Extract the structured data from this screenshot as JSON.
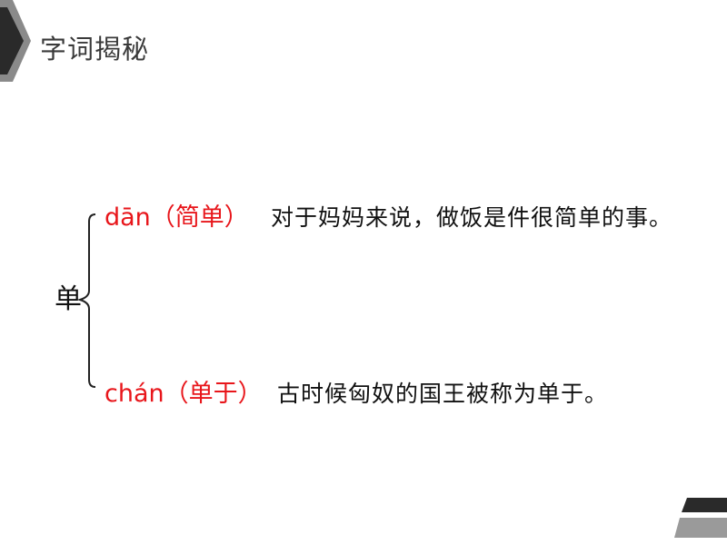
{
  "header": {
    "title": "字词揭秘"
  },
  "character": "单",
  "readings": [
    {
      "pinyin_word": "dān（简单）",
      "example": "对于妈妈来说，做饭是件很简单的事。"
    },
    {
      "pinyin_word": "chán（单于）",
      "example": "古时候匈奴的国王被称为单于。"
    }
  ],
  "colors": {
    "accent_red": "#e8161b",
    "deco_dark": "#222222",
    "deco_gray": "#8a8a8a",
    "text": "#111111"
  }
}
